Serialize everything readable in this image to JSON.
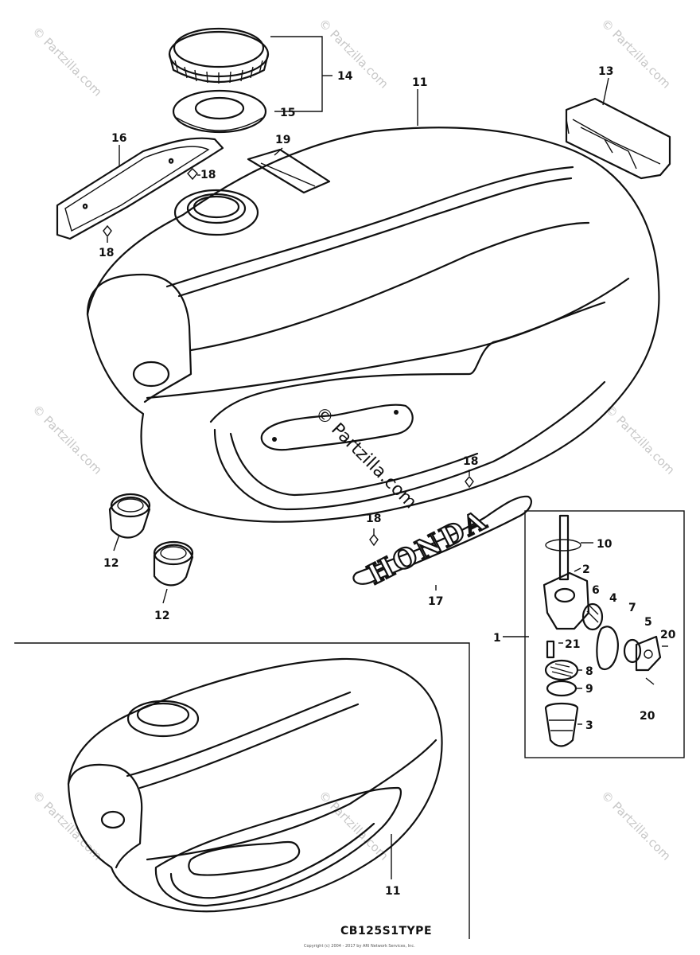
{
  "callouts": {
    "c1": "1",
    "c2": "2",
    "c3": "3",
    "c4": "4",
    "c5": "5",
    "c6": "6",
    "c7": "7",
    "c8": "8",
    "c9": "9",
    "c10": "10",
    "c11_top": "11",
    "c11_bottom": "11",
    "c12_a": "12",
    "c12_b": "12",
    "c13": "13",
    "c14": "14",
    "c15": "15",
    "c16": "16",
    "c17": "17",
    "c18_a": "18",
    "c18_b": "18",
    "c18_c": "18",
    "c18_d": "18",
    "c19": "19",
    "c20_a": "20",
    "c20_b": "20",
    "c21": "21"
  },
  "type_label": "CB125S1TYPE",
  "emblem_text": "HONDA",
  "watermark": {
    "corner": "© Partzilla.com",
    "center": "© Partzilla.com"
  },
  "footer_fine_print": "Copyright (c) 2004 - 2017 by ARI Network Services, Inc."
}
